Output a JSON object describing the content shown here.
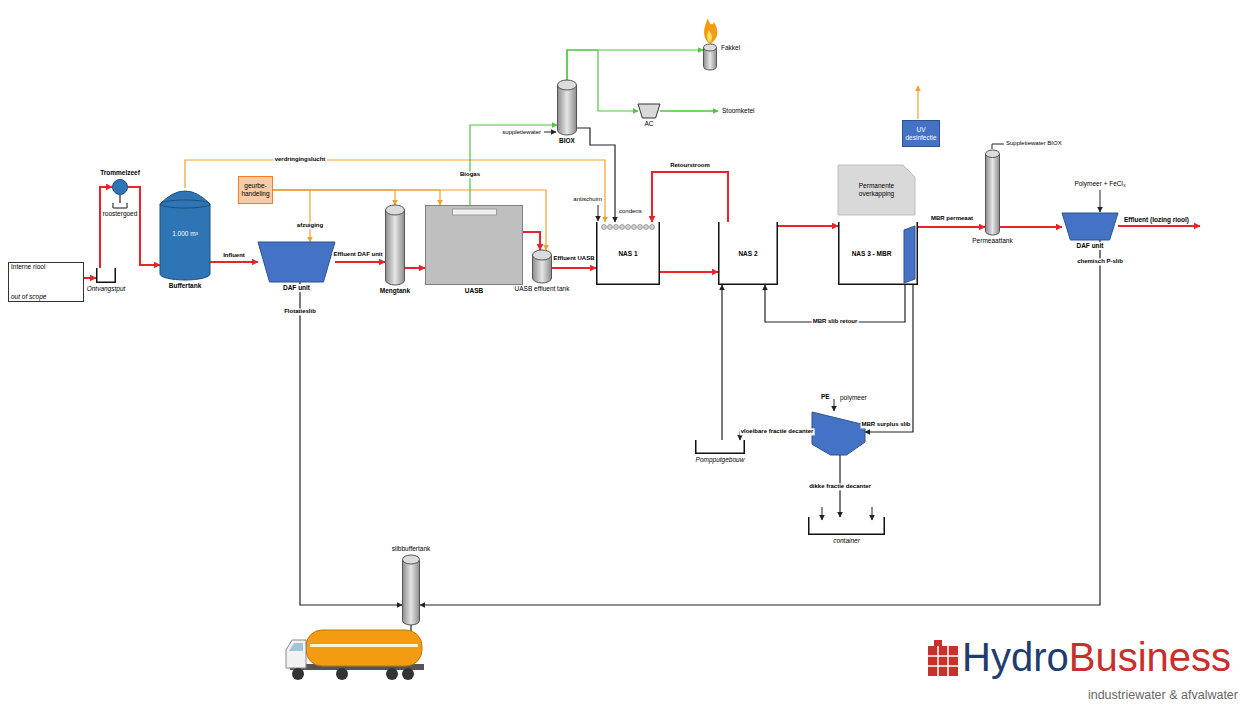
{
  "diagram": {
    "nodes": [
      {
        "text": [
          "Interne riool",
          "out of scope"
        ]
      },
      {
        "text": [
          "Ontvangstput"
        ]
      },
      {
        "text": [
          "Trommelzeef"
        ]
      },
      {
        "text": [
          "roostergoed"
        ]
      },
      {
        "text": [
          "1.000 m³",
          "Buffertank"
        ]
      },
      {
        "text": [
          "geurbe- handeling"
        ]
      },
      {
        "text": [
          "DAF unit"
        ]
      },
      {
        "text": [
          "Mengtank"
        ]
      },
      {
        "text": [
          "UASB"
        ]
      },
      {
        "text": [
          "UASB effluent tank"
        ]
      },
      {
        "text": [
          "BIOX"
        ]
      },
      {
        "text": [
          "Fakkel"
        ]
      },
      {
        "text": [
          "AC"
        ]
      },
      {
        "text": [
          "NAS 1"
        ]
      },
      {
        "text": [
          "NAS 2"
        ]
      },
      {
        "text": [
          "NAS 3 - MBR"
        ]
      },
      {
        "text": [
          "Permanente overkapping"
        ]
      },
      {
        "text": [
          "UV desinfectie"
        ]
      },
      {
        "text": [
          "Permeaattank"
        ]
      },
      {
        "text": [
          "DAF unit"
        ]
      },
      {
        "text": [
          "PE",
          "polymeer"
        ]
      },
      {
        "text": [
          "Pompputgebouw"
        ]
      },
      {
        "text": [
          "container"
        ]
      },
      {
        "text": [
          "slibbuffertank"
        ]
      }
    ],
    "edges": [
      {
        "from": 0,
        "to": 1,
        "arrow": "to"
      },
      {
        "from": 1,
        "to": 2,
        "arrow": "to"
      },
      {
        "from": 2,
        "to": 3,
        "arrow": "none"
      },
      {
        "from": 2,
        "to": 4,
        "arrow": "to"
      },
      {
        "from": 4,
        "to": 6,
        "arrow": "to",
        "label": "Influent"
      },
      {
        "from": 4,
        "to": 13,
        "arrow": "to",
        "label": "verdringingslucht"
      },
      {
        "from": 5,
        "to": 6,
        "arrow": "to",
        "label": "afzuiging"
      },
      {
        "from": 5,
        "to": 7,
        "arrow": "to"
      },
      {
        "from": 5,
        "to": 8,
        "arrow": "to"
      },
      {
        "from": 5,
        "to": 9,
        "arrow": "to"
      },
      {
        "from": 6,
        "to": 7,
        "arrow": "to",
        "label": "Effluent DAF unit"
      },
      {
        "from": 7,
        "to": 8,
        "arrow": "to"
      },
      {
        "from": 8,
        "to": 9,
        "arrow": "to"
      },
      {
        "from": 8,
        "to": 10,
        "arrow": "to",
        "label": "Biogas"
      },
      {
        "from": 10,
        "to": 11,
        "arrow": "to"
      },
      {
        "from": 10,
        "to": 12,
        "arrow": "to"
      },
      {
        "from": 10,
        "to": 13,
        "arrow": "to"
      },
      {
        "from": 9,
        "to": 13,
        "arrow": "to",
        "label": "Effluent UASB"
      },
      {
        "from": 13,
        "to": 14,
        "arrow": "to"
      },
      {
        "from": 14,
        "to": 13,
        "arrow": "to",
        "label": "Retourstroom"
      },
      {
        "from": 14,
        "to": 15,
        "arrow": "to"
      },
      {
        "from": 15,
        "to": 14,
        "arrow": "to",
        "label": "MBR slib retour"
      },
      {
        "from": 15,
        "to": 18,
        "arrow": "to",
        "label": "MBR permeaat"
      },
      {
        "from": 18,
        "to": 19,
        "arrow": "to"
      },
      {
        "from": 15,
        "to": 20,
        "arrow": "to",
        "label": "MBR surplus slib"
      },
      {
        "from": 20,
        "to": 21,
        "arrow": "to",
        "label": "vloeibare fractie decanter"
      },
      {
        "from": 20,
        "to": 22,
        "arrow": "to",
        "label": "dikke fractie decanter"
      },
      {
        "from": 21,
        "to": 14,
        "arrow": "to"
      },
      {
        "from": 6,
        "to": 23,
        "arrow": "to",
        "label": "Flotatieslib"
      },
      {
        "from": 19,
        "to": 23,
        "arrow": "to",
        "label": "chemisch P-slib"
      }
    ],
    "labels": [
      "Stoomketel",
      "suppletiewater",
      "antischuim",
      "condens",
      "Suppletiewater BIOX",
      "Polymeer + FeCl₃",
      "Effluent (lozing riool)",
      "Hydro",
      "Business",
      "industriewater & afvalwater"
    ]
  }
}
